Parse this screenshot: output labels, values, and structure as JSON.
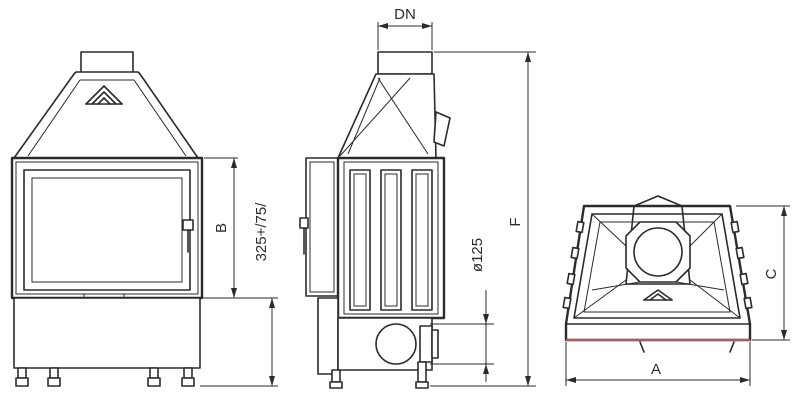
{
  "dimensions": {
    "dn": "DN",
    "b": "B",
    "height_note": "325+/75/",
    "pipe_diameter": "ø125",
    "f": "F",
    "c": "C",
    "a": "A"
  },
  "colors": {
    "line": "#2b2b2b",
    "accent": "#e06a6a",
    "background": "#ffffff"
  }
}
